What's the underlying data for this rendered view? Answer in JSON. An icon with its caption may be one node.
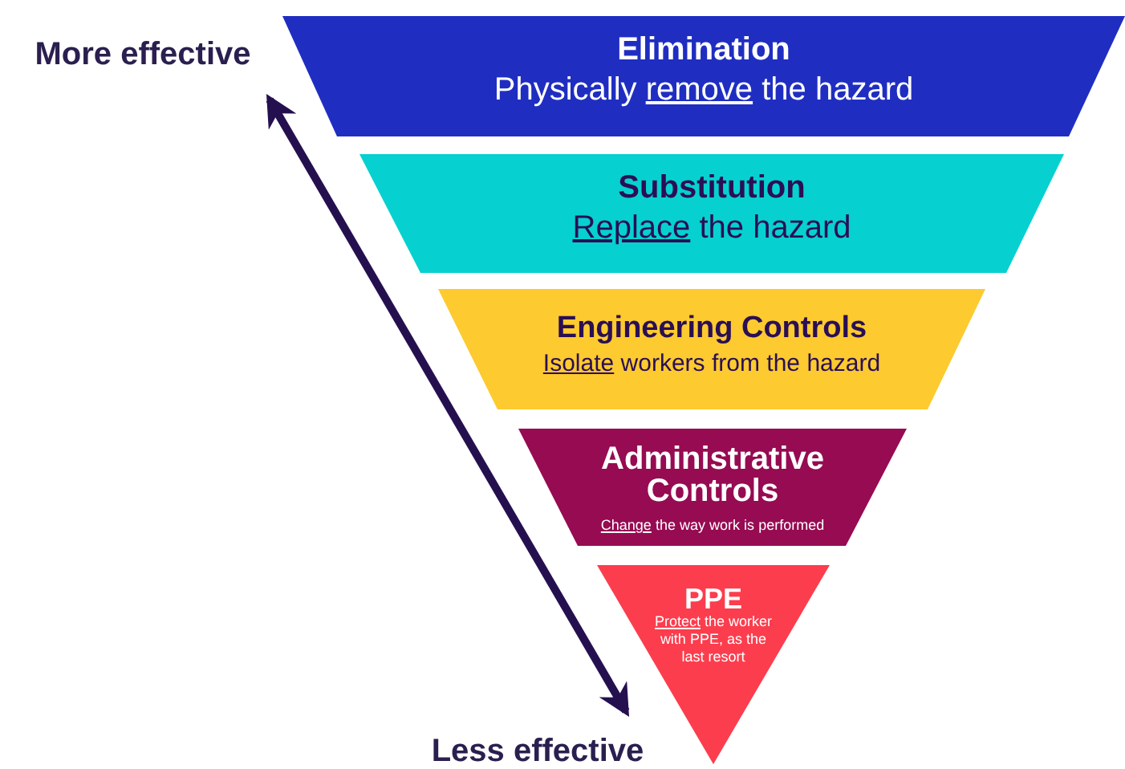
{
  "diagram": {
    "nodes": [
      {
        "text": [
          "Elimination",
          "Physically remove the hazard"
        ]
      },
      {
        "text": [
          "Substitution",
          "Replace the hazard"
        ]
      },
      {
        "text": [
          "Engineering Controls",
          "Isolate workers from the hazard"
        ]
      },
      {
        "text": [
          "Administrative Controls",
          "Change the way work is performed"
        ]
      },
      {
        "text": [
          "PPE",
          "Protect the worker with PPE, as the last resort"
        ]
      },
      {
        "text": [
          "More effective"
        ]
      },
      {
        "text": [
          "Less effective"
        ]
      }
    ],
    "edges": [
      {
        "from": 5,
        "to": 6,
        "arrow": "both"
      }
    ]
  }
}
